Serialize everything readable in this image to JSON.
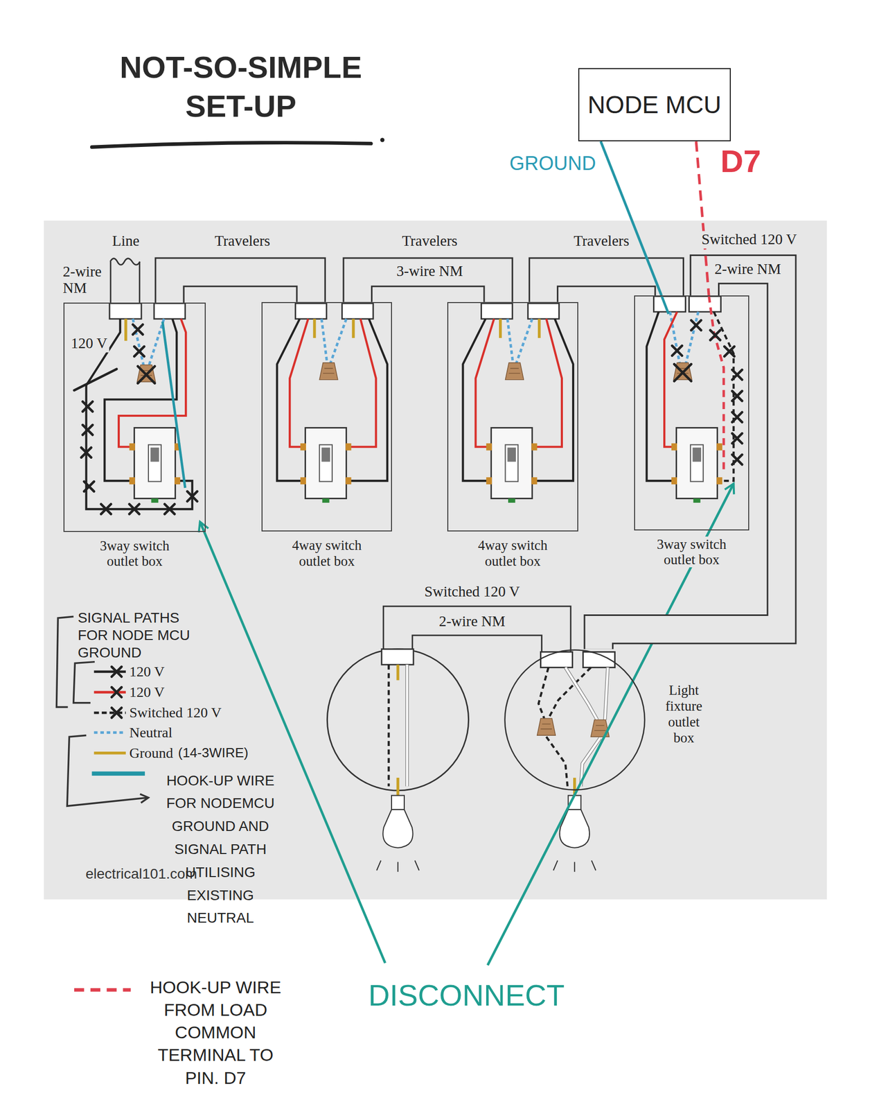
{
  "diagram": {
    "title": "NOT-SO-SIMPLE SET-UP",
    "nodes": [
      {
        "text": [
          "NODE MCU"
        ]
      },
      {
        "text": [
          "3way switch outlet box"
        ]
      },
      {
        "text": [
          "4way switch outlet box"
        ]
      },
      {
        "text": [
          "4way switch outlet box"
        ]
      },
      {
        "text": [
          "3way switch outlet box"
        ]
      },
      {
        "text": [
          "Light fixture outlet box"
        ]
      }
    ],
    "edges": [
      {
        "from": 1,
        "to": 2,
        "arrow": "none"
      },
      {
        "from": 2,
        "to": 3,
        "arrow": "none"
      },
      {
        "from": 3,
        "to": 4,
        "arrow": "none"
      },
      {
        "from": 4,
        "to": 5,
        "arrow": "none"
      },
      {
        "from": 0,
        "to": 4,
        "arrow": "none"
      },
      {
        "from": 0,
        "to": 4,
        "arrow": "none"
      }
    ],
    "labels": [
      "GROUND",
      "D7",
      "Line",
      "Travelers",
      "Travelers",
      "Travelers",
      "Switched 120 V",
      "2-wire NM",
      "3-wire NM",
      "2-wire NM",
      "120 V",
      "Switched 120 V",
      "2-wire NM",
      "SIGNAL PATHS FOR NODE MCU GROUND",
      "(14-3WIRE)",
      "electrical101.com",
      "DISCONNECT"
    ],
    "legend": [
      {
        "text": "120 V"
      },
      {
        "text": "120 V"
      },
      {
        "text": "Switched 120 V"
      },
      {
        "text": "Neutral"
      },
      {
        "text": "Ground"
      },
      {
        "text": "HOOK-UP WIRE FOR NODEMCU GROUND AND SIGNAL PATH UTILISING EXISTING NEUTRAL"
      },
      {
        "text": "HOOK-UP WIRE FROM LOAD COMMON TERMINAL TO PIN. D7"
      }
    ]
  }
}
